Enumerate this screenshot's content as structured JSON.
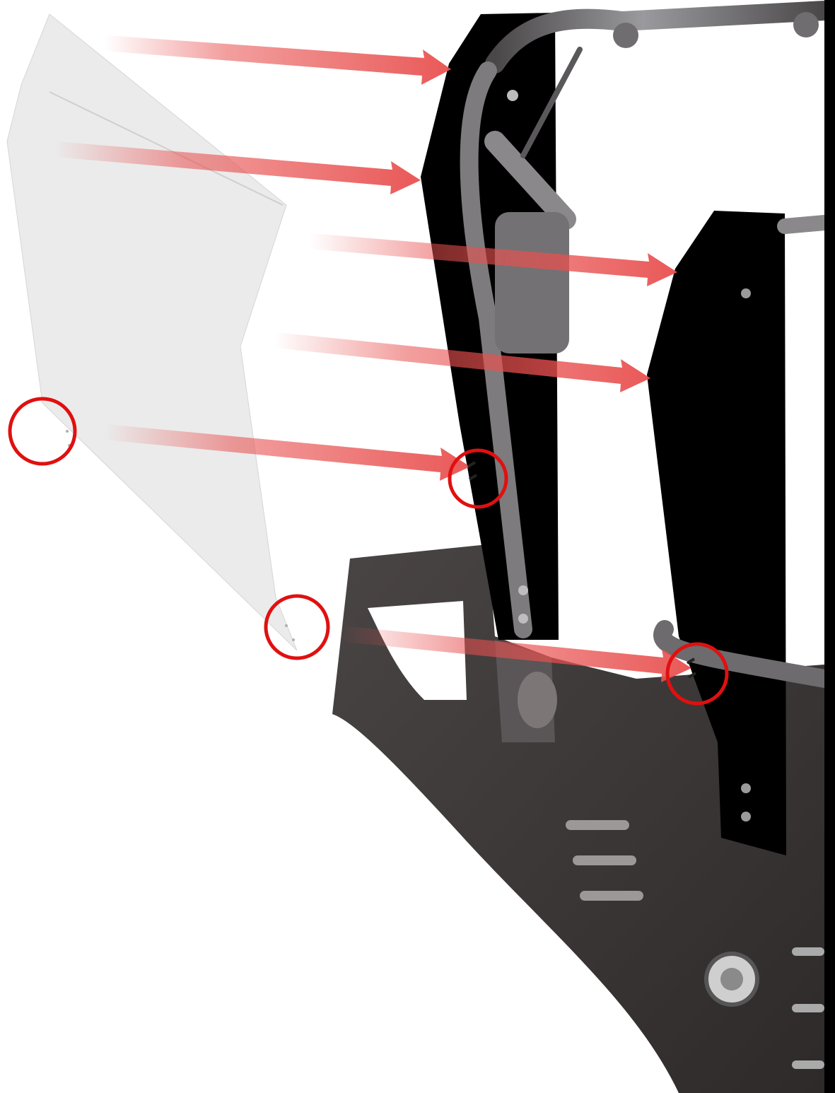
{
  "figure": {
    "kind": "exploded-installation-view",
    "colors": {
      "background": "#ffffff",
      "panel_ghost": "#e4e4e4",
      "panel_black": "#000000",
      "frame_metal": "#6b6b70",
      "frame_dark": "#3f3b3b",
      "arrow": "#e8504f",
      "highlight_circle": "#e01010",
      "edge_bar": "#000000"
    },
    "arrows": [
      {
        "name": "arrow-1"
      },
      {
        "name": "arrow-2"
      },
      {
        "name": "arrow-3"
      },
      {
        "name": "arrow-4"
      },
      {
        "name": "arrow-5"
      },
      {
        "name": "arrow-6"
      }
    ],
    "highlight_circles": [
      {
        "name": "circle-ghost-panel-edge"
      },
      {
        "name": "circle-front-panel-tab"
      },
      {
        "name": "circle-ghost-panel-bottom"
      },
      {
        "name": "circle-rear-panel-tab"
      }
    ]
  }
}
